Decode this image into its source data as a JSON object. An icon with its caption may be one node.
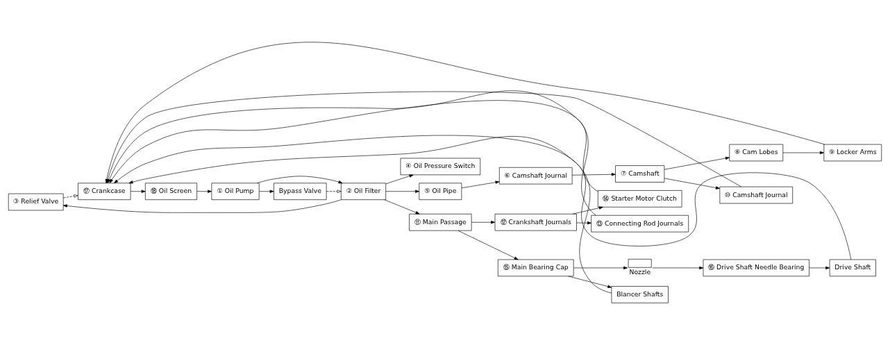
{
  "diagram": {
    "nodes": [
      {
        "text": [
          "③ Relief Valve"
        ]
      },
      {
        "text": [
          "④ Oil Pressure Switch"
        ]
      },
      {
        "text": [
          "⑤ Oil Pipe"
        ]
      },
      {
        "text": [
          "⑥ Camshaft Journal"
        ]
      },
      {
        "text": [
          "⑦ Camshaft"
        ]
      },
      {
        "text": [
          "⑧ Cam Lobes"
        ]
      },
      {
        "text": [
          "⑨ Locker Arms"
        ]
      },
      {
        "text": [
          "⑩ Camshaft Journal"
        ]
      },
      {
        "text": [
          "⑪ Main Passage"
        ]
      },
      {
        "text": [
          "⑫ Crankshaft Journals"
        ]
      },
      {
        "text": [
          "⑬ Connecting Rod Journals"
        ]
      },
      {
        "text": [
          "⑭ Starter Motor Clutch"
        ]
      },
      {
        "text": [
          "Bypass Valve"
        ]
      },
      {
        "text": [
          "② Oil Filter"
        ]
      },
      {
        "text": [
          "① Oil Pump"
        ]
      },
      {
        "text": [
          "⑮ Main Bearing Cap"
        ]
      },
      {
        "text": [
          "Blancer Shafts"
        ]
      },
      {
        "text": [
          "Nozzle"
        ]
      },
      {
        "text": [
          "⑯ Drive Shaft Needle Bearing"
        ]
      },
      {
        "text": [
          "Drive Shaft"
        ]
      },
      {
        "text": [
          "⑱ Oil Screen"
        ]
      },
      {
        "text": [
          "⑰ Crankcase"
        ]
      }
    ],
    "edges": [
      {
        "from": 21,
        "to": 20,
        "arrow": "to"
      },
      {
        "from": 20,
        "to": 14,
        "arrow": "to"
      },
      {
        "from": 14,
        "to": 13,
        "arrow": "to"
      },
      {
        "from": 14,
        "to": 12,
        "arrow": "to"
      },
      {
        "from": 12,
        "to": 13,
        "arrow": "to",
        "style": "dashed"
      },
      {
        "from": 13,
        "to": 1,
        "arrow": "to"
      },
      {
        "from": 13,
        "to": 2,
        "arrow": "to"
      },
      {
        "from": 13,
        "to": 8,
        "arrow": "to"
      },
      {
        "from": 13,
        "to": 0,
        "arrow": "to"
      },
      {
        "from": 0,
        "to": 21,
        "arrow": "to",
        "style": "dashed"
      },
      {
        "from": 2,
        "to": 3,
        "arrow": "to"
      },
      {
        "from": 3,
        "to": 4,
        "arrow": "to"
      },
      {
        "from": 4,
        "to": 5,
        "arrow": "to"
      },
      {
        "from": 5,
        "to": 6,
        "arrow": "to"
      },
      {
        "from": 4,
        "to": 7,
        "arrow": "to"
      },
      {
        "from": 8,
        "to": 9,
        "arrow": "to"
      },
      {
        "from": 9,
        "to": 10,
        "arrow": "to"
      },
      {
        "from": 9,
        "to": 11,
        "arrow": "to"
      },
      {
        "from": 8,
        "to": 15,
        "arrow": "to"
      },
      {
        "from": 15,
        "to": 16,
        "arrow": "to"
      },
      {
        "from": 15,
        "to": 17,
        "arrow": "to"
      },
      {
        "from": 17,
        "to": 18,
        "arrow": "to"
      },
      {
        "from": 18,
        "to": 19,
        "arrow": "to"
      },
      {
        "from": 6,
        "to": 21,
        "arrow": "to"
      },
      {
        "from": 7,
        "to": 21,
        "arrow": "to"
      },
      {
        "from": 10,
        "to": 21,
        "arrow": "to"
      },
      {
        "from": 11,
        "to": 21,
        "arrow": "to"
      },
      {
        "from": 16,
        "to": 21,
        "arrow": "to"
      },
      {
        "from": 19,
        "to": 21,
        "arrow": "to"
      }
    ]
  }
}
